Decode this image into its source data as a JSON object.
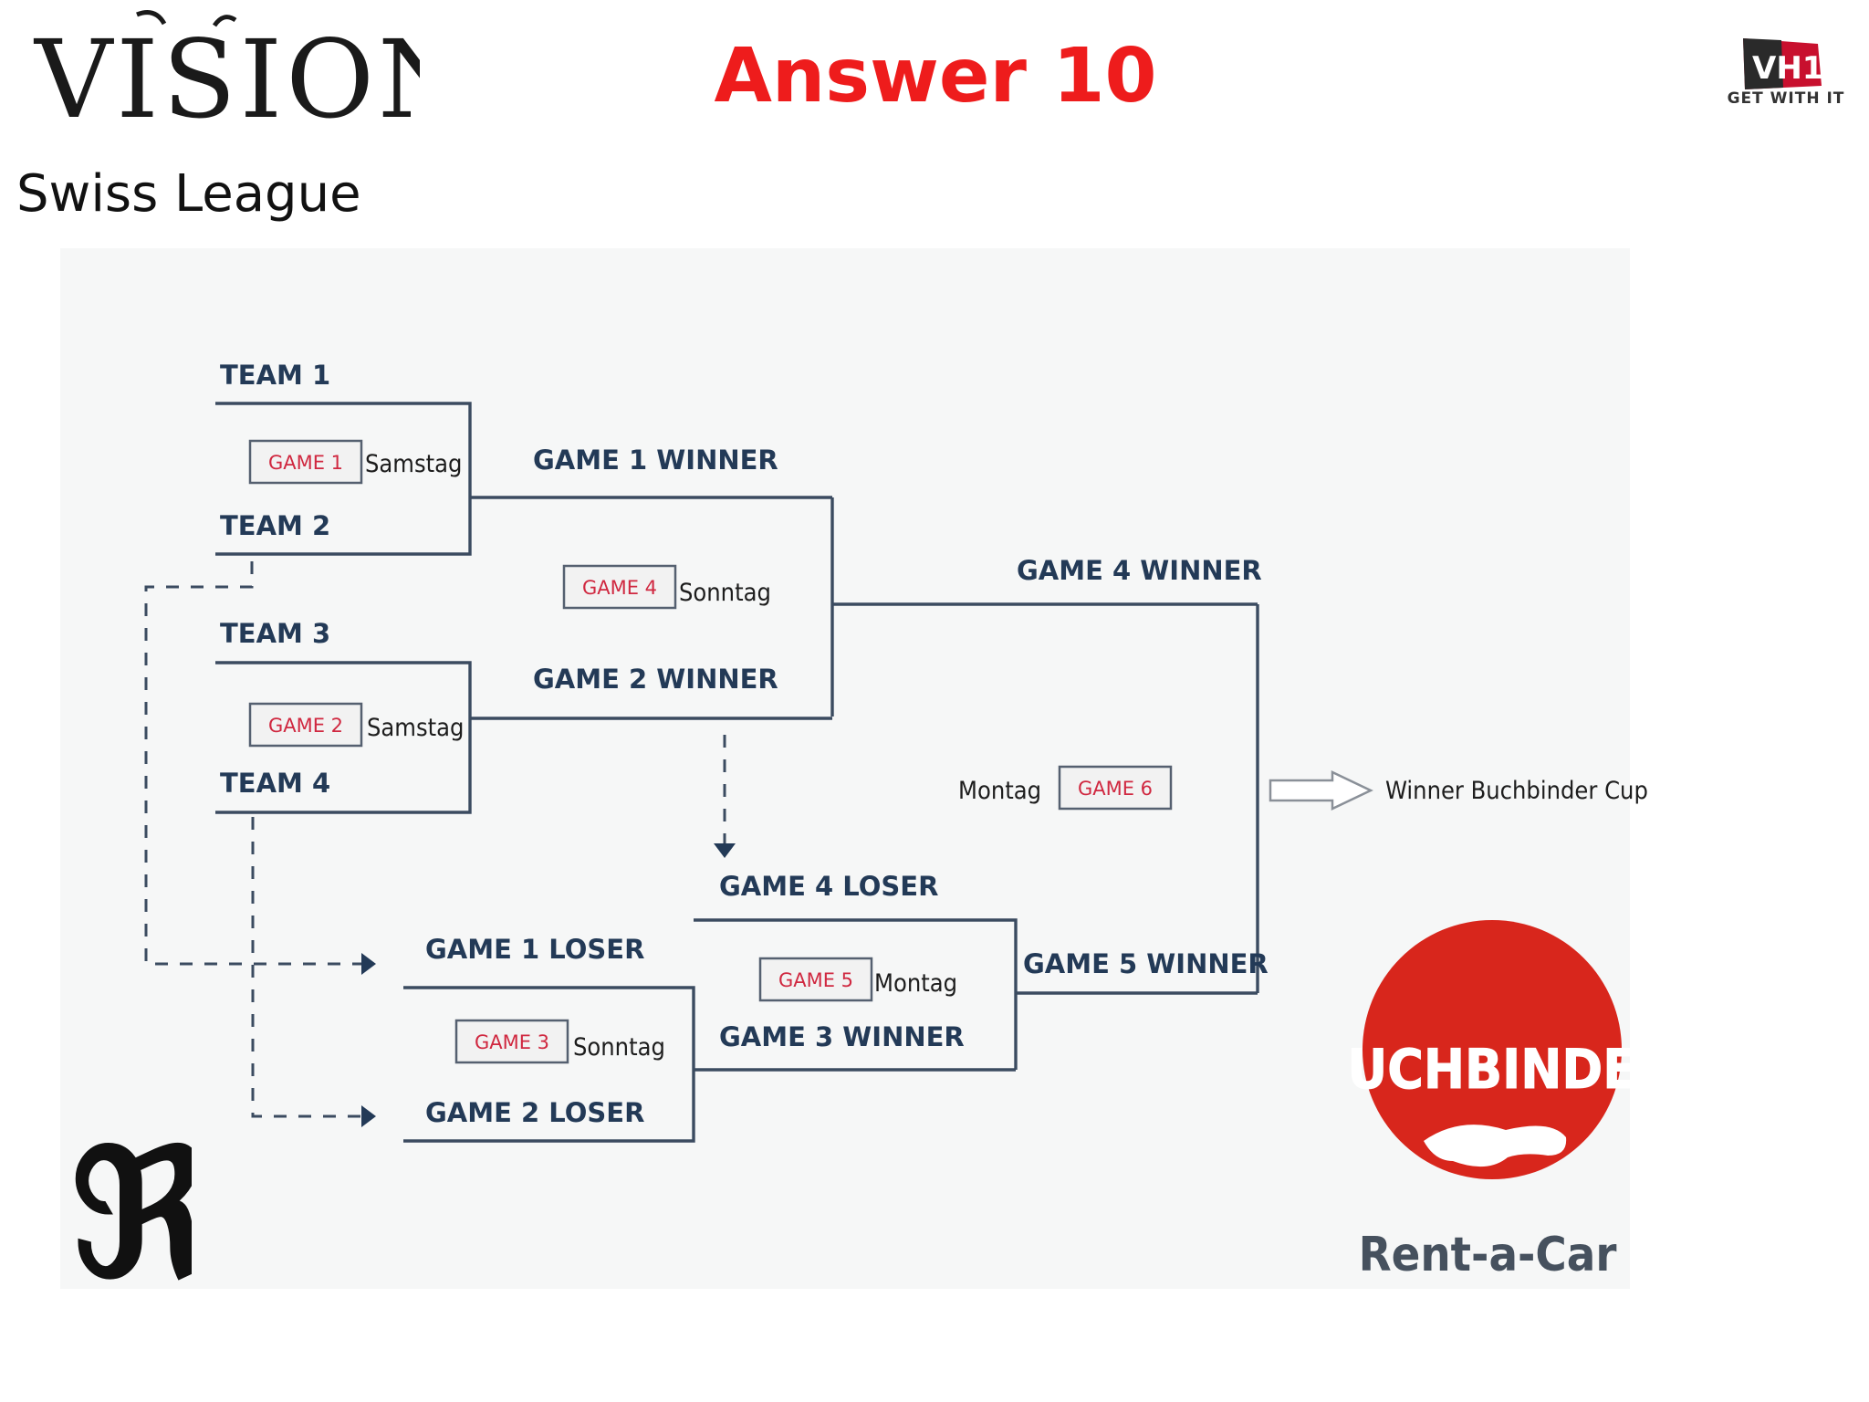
{
  "header": {
    "logo_text": "VISIONS",
    "title": "Answer 10",
    "mtv_logo_text": "VH1",
    "mtv_tagline": "GET WITH IT"
  },
  "subtitle": "Swiss League",
  "bracket": {
    "teams": [
      "TEAM 1",
      "TEAM 2",
      "TEAM 3",
      "TEAM 4"
    ],
    "winners": {
      "game1": "GAME 1 WINNER",
      "game2": "GAME 2 WINNER",
      "game3": "GAME 3 WINNER",
      "game4": "GAME 4 WINNER",
      "game5": "GAME 5 WINNER"
    },
    "losers": {
      "game1": "GAME 1 LOSER",
      "game2": "GAME 2 LOSER",
      "game4": "GAME 4 LOSER"
    },
    "games": {
      "g1": {
        "tag": "GAME 1",
        "day": "Samstag"
      },
      "g2": {
        "tag": "GAME 2",
        "day": "Samstag"
      },
      "g3": {
        "tag": "GAME 3",
        "day": "Sonntag"
      },
      "g4": {
        "tag": "GAME 4",
        "day": "Sonntag"
      },
      "g5": {
        "tag": "GAME 5",
        "day": "Montag"
      },
      "g6": {
        "tag": "GAME 6",
        "day": "Montag"
      }
    },
    "final_result": "Winner Buchbinder Cup"
  },
  "buchbinder_logo": {
    "name": "BUCHBINDER",
    "tagline": "Rent-a-Car",
    "color": "#d8261c"
  },
  "colors": {
    "title_red": "#ee1c1c",
    "bracket_navy": "#233a57",
    "game_tag_red": "#d02840"
  }
}
